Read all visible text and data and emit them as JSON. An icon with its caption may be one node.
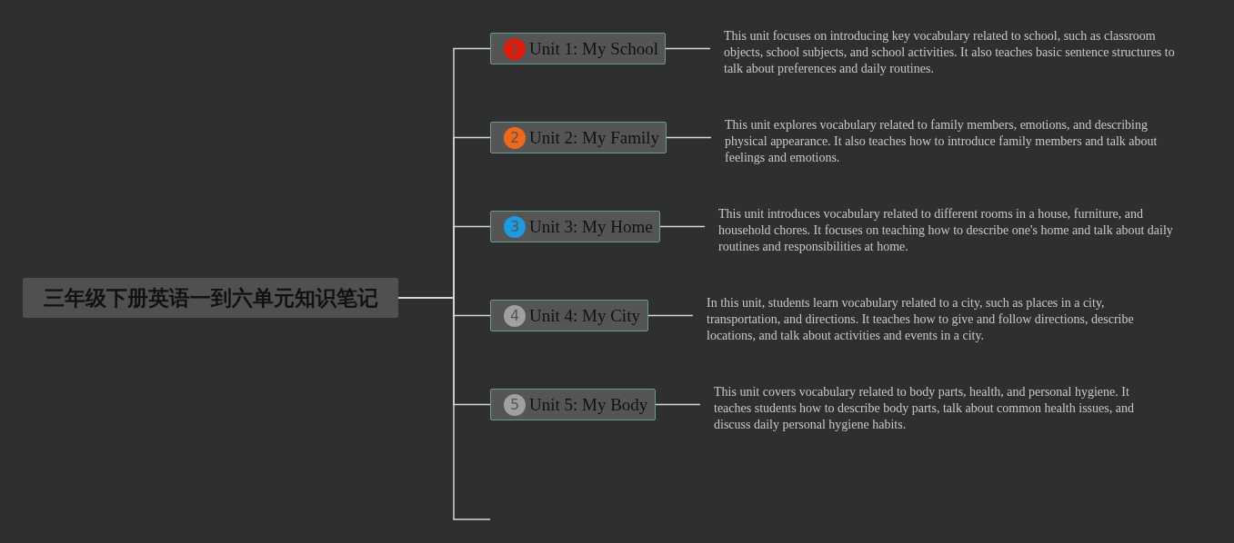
{
  "diagram": {
    "nodes": [
      {
        "text": [
          "三年级下册英语一到六单元知识笔记"
        ]
      },
      {
        "text": [
          "1",
          "Unit 1: My School"
        ]
      },
      {
        "text": [
          "This unit focuses on introducing key vocabulary related to school, such as classroom objects, school subjects, and school activities. It also teaches basic sentence structures to talk about preferences and daily routines."
        ]
      },
      {
        "text": [
          "2",
          "Unit 2: My Family"
        ]
      },
      {
        "text": [
          "This unit explores vocabulary related to family members, emotions, and describing physical appearance. It also teaches how to introduce family members and talk about feelings and emotions."
        ]
      },
      {
        "text": [
          "3",
          "Unit 3: My Home"
        ]
      },
      {
        "text": [
          "This unit introduces vocabulary related to different rooms in a house, furniture, and household chores. It focuses on teaching how to describe one's home and talk about daily routines and responsibilities at home."
        ]
      },
      {
        "text": [
          "4",
          "Unit 4: My City"
        ]
      },
      {
        "text": [
          "In this unit, students learn vocabulary related to a city, such as places in a city, transportation, and directions. It teaches how to give and follow directions, describe locations, and talk about activities and events in a city."
        ]
      },
      {
        "text": [
          "5",
          "Unit 5: My Body"
        ]
      },
      {
        "text": [
          "This unit covers vocabulary related to body parts, health, and personal hygiene. It teaches students how to describe body parts, talk about common health issues, and discuss daily personal hygiene habits."
        ]
      }
    ],
    "edges": [
      {
        "from": 0,
        "to": 1,
        "arrow": "none"
      },
      {
        "from": 0,
        "to": 3,
        "arrow": "none"
      },
      {
        "from": 0,
        "to": 5,
        "arrow": "none"
      },
      {
        "from": 0,
        "to": 7,
        "arrow": "none"
      },
      {
        "from": 0,
        "to": 9,
        "arrow": "none"
      },
      {
        "from": 0,
        "to": null,
        "arrow": "none"
      },
      {
        "from": 1,
        "to": 2,
        "arrow": "none"
      },
      {
        "from": 3,
        "to": 4,
        "arrow": "none"
      },
      {
        "from": 5,
        "to": 6,
        "arrow": "none"
      },
      {
        "from": 7,
        "to": 8,
        "arrow": "none"
      },
      {
        "from": 9,
        "to": 10,
        "arrow": "none"
      }
    ]
  }
}
